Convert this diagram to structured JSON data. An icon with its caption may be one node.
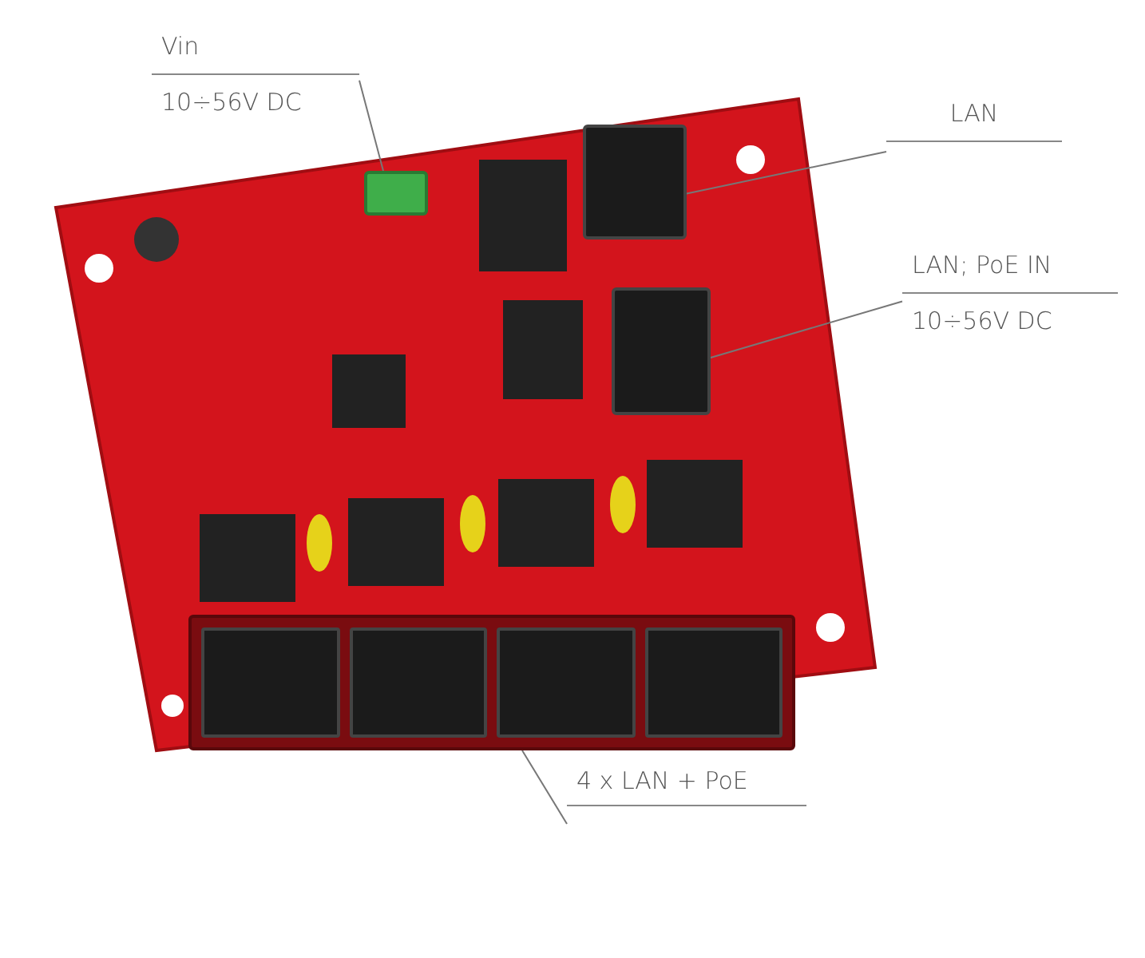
{
  "diagram": {
    "nodes": [
      {
        "text": [
          "Vin",
          "10÷56V DC"
        ]
      },
      {
        "text": [
          "LAN"
        ]
      },
      {
        "text": [
          "LAN; PoE IN",
          "10÷56V DC"
        ]
      },
      {
        "text": [
          "4 x LAN + PoE"
        ]
      },
      {
        "text": [],
        "shape": "box"
      },
      {
        "text": [],
        "shape": "box"
      },
      {
        "text": [],
        "shape": "box"
      },
      {
        "text": [],
        "shape": "box"
      }
    ],
    "edges": [
      {
        "from": 0,
        "to": 4,
        "arrow": "none"
      },
      {
        "from": 1,
        "to": 5,
        "arrow": "none"
      },
      {
        "from": 2,
        "to": 6,
        "arrow": "none"
      },
      {
        "from": 3,
        "to": 7,
        "arrow": "none"
      }
    ]
  }
}
